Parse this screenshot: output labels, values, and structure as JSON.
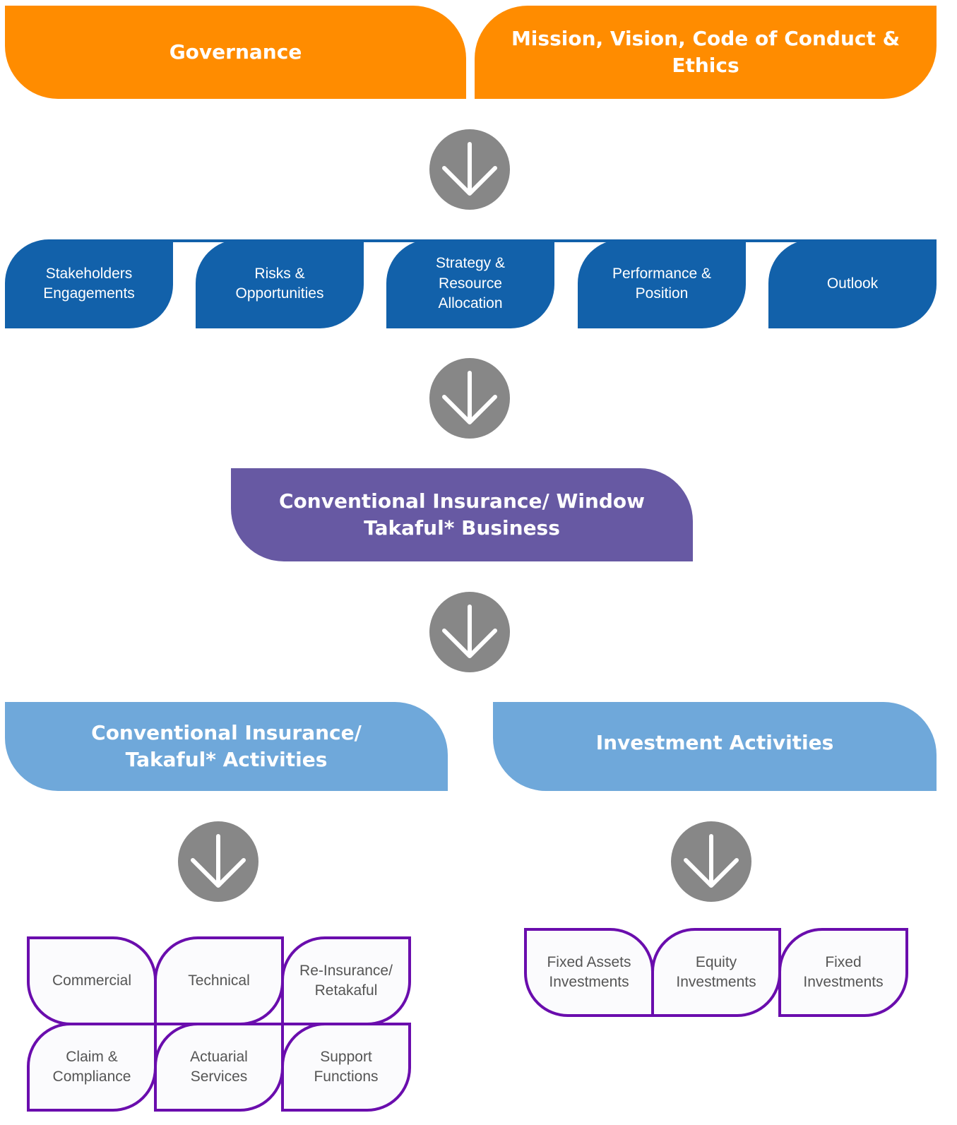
{
  "top": {
    "governance": "Governance",
    "mission": "Mission, Vision, Code of Conduct & Ethics"
  },
  "row2": {
    "stakeholders": "Stakeholders Engagements",
    "risks": "Risks & Opportunities",
    "strategy": "Strategy & Resource Allocation",
    "performance": "Performance & Position",
    "outlook": "Outlook"
  },
  "business": "Conventional Insurance/ Window Takaful* Business",
  "activities": {
    "insurance": "Conventional Insurance/ Takaful* Activities",
    "investment": "Investment Activities"
  },
  "insurance_units": {
    "commercial": "Commercial",
    "technical": "Technical",
    "reinsurance": "Re-Insurance/ Retakaful",
    "claim": "Claim & Compliance",
    "actuarial": "Actuarial Services",
    "support": "Support Functions"
  },
  "investment_units": {
    "fixed_assets": "Fixed Assets Investments",
    "equity": "Equity Investments",
    "fixed": "Fixed Investments"
  },
  "colors": {
    "orange": "#FF8C00",
    "dark_blue": "#1261AA",
    "purple": "#6759A3",
    "light_blue": "#6FA8DA",
    "outline_purple": "#6A0DAD",
    "arrow_grey": "#878787"
  },
  "icons": {
    "arrow": "arrow-down-circle-icon"
  }
}
